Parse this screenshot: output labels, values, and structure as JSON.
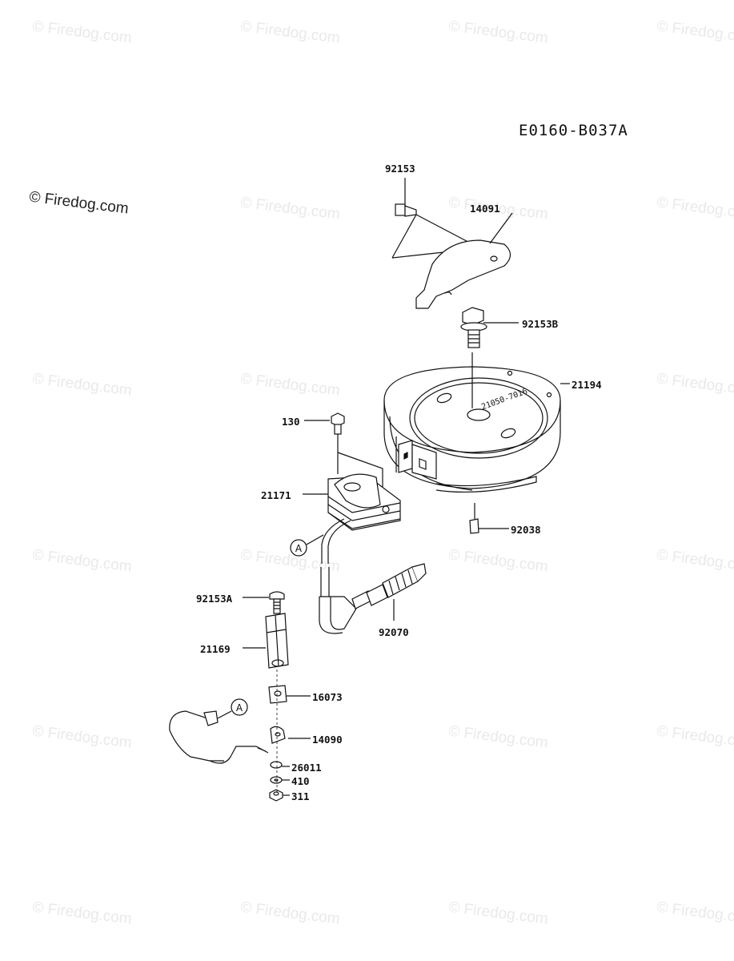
{
  "diagram_id": "E0160-B037A",
  "copyright_mark": "© Firedog.com",
  "watermark_text": "© Firedog.com",
  "parts": {
    "p92153": "92153",
    "p14091": "14091",
    "p92153B": "92153B",
    "p21194": "21194",
    "p130": "130",
    "p21171": "21171",
    "p92038": "92038",
    "pA1": "A",
    "p92153A": "92153A",
    "p92070": "92070",
    "p21169": "21169",
    "p16073": "16073",
    "pA2": "A",
    "p14090": "14090",
    "p26011": "26011",
    "p410": "410",
    "p311": "311"
  },
  "flywheel_stamp": "21050-7016"
}
